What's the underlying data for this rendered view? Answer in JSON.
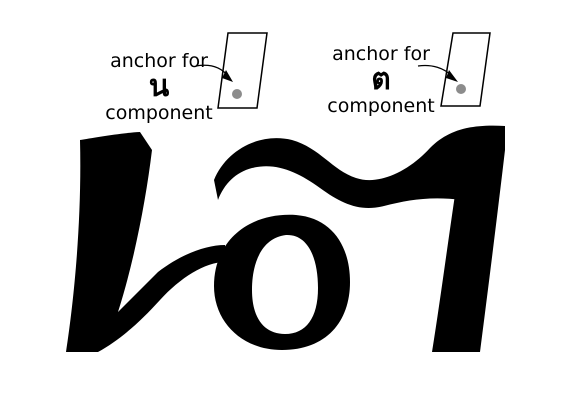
{
  "annotations": [
    {
      "line1": "anchor for",
      "component": "น",
      "line3": "component"
    },
    {
      "line1": "anchor for",
      "component": "ต",
      "line3": "component"
    }
  ],
  "colors": {
    "glyph": "#000000",
    "anchor_dot": "#8c8c8c",
    "box_stroke": "#000000"
  }
}
